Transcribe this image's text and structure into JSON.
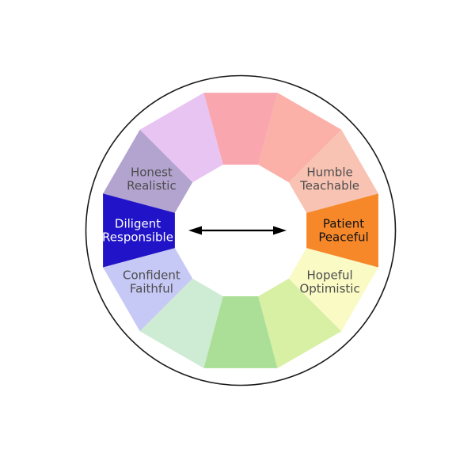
{
  "diagram": {
    "type": "trait-color-wheel",
    "description": "12-segment color wheel ring of character traits inside a circle, with a double-headed arrow linking the two highlighted opposite segments",
    "background_color": "#ffffff",
    "outer_circle": {
      "stroke_color": "#1a1a1a"
    },
    "arrow": {
      "kind": "double-headed-horizontal",
      "color": "#000000"
    },
    "default_label_color": "#4d4d4d",
    "segments": [
      {
        "angle": 0,
        "color": "#f6882a",
        "label_lines": [
          "Patient",
          "Peaceful"
        ],
        "label_color": "#111111",
        "highlighted": true
      },
      {
        "angle": 30,
        "color": "#f9c3b4",
        "label_lines": [
          "Humble",
          "Teachable"
        ],
        "label_color": "#4d4d4d",
        "highlighted": false
      },
      {
        "angle": 60,
        "color": "#fbb0a8",
        "label_lines": [],
        "label_color": "#4d4d4d",
        "highlighted": false
      },
      {
        "angle": 90,
        "color": "#faa6ae",
        "label_lines": [],
        "label_color": "#4d4d4d",
        "highlighted": false
      },
      {
        "angle": 120,
        "color": "#e8c4f3",
        "label_lines": [],
        "label_color": "#4d4d4d",
        "highlighted": false
      },
      {
        "angle": 150,
        "color": "#b2a4cf",
        "label_lines": [
          "Honest",
          "Realistic"
        ],
        "label_color": "#4d4d4d",
        "highlighted": false
      },
      {
        "angle": 180,
        "color": "#2114c8",
        "label_lines": [
          "Diligent",
          "Responsible"
        ],
        "label_color": "#ffffff",
        "highlighted": true
      },
      {
        "angle": 210,
        "color": "#c6c8f5",
        "label_lines": [
          "Confident",
          "Faithful"
        ],
        "label_color": "#4d4d4d",
        "highlighted": false
      },
      {
        "angle": 240,
        "color": "#ceebd4",
        "label_lines": [],
        "label_color": "#4d4d4d",
        "highlighted": false
      },
      {
        "angle": 270,
        "color": "#abdf97",
        "label_lines": [],
        "label_color": "#4d4d4d",
        "highlighted": false
      },
      {
        "angle": 300,
        "color": "#d7f0a3",
        "label_lines": [],
        "label_color": "#4d4d4d",
        "highlighted": false
      },
      {
        "angle": 330,
        "color": "#fafac5",
        "label_lines": [
          "Hopeful",
          "Optimistic"
        ],
        "label_color": "#4d4d4d",
        "highlighted": false
      }
    ]
  }
}
